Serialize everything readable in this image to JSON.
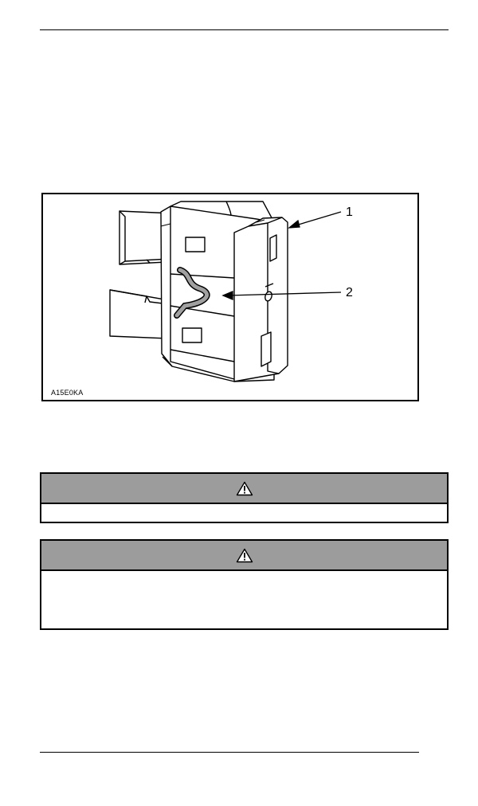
{
  "figure": {
    "code": "A15E0KA",
    "callouts": [
      "1",
      "2"
    ]
  },
  "notices": [
    {
      "icon": "warning-triangle-icon"
    },
    {
      "icon": "warning-triangle-icon"
    }
  ],
  "colors": {
    "notice_header": "#9c9c9c",
    "line": "#000000",
    "wire": "#a0a0a0"
  }
}
